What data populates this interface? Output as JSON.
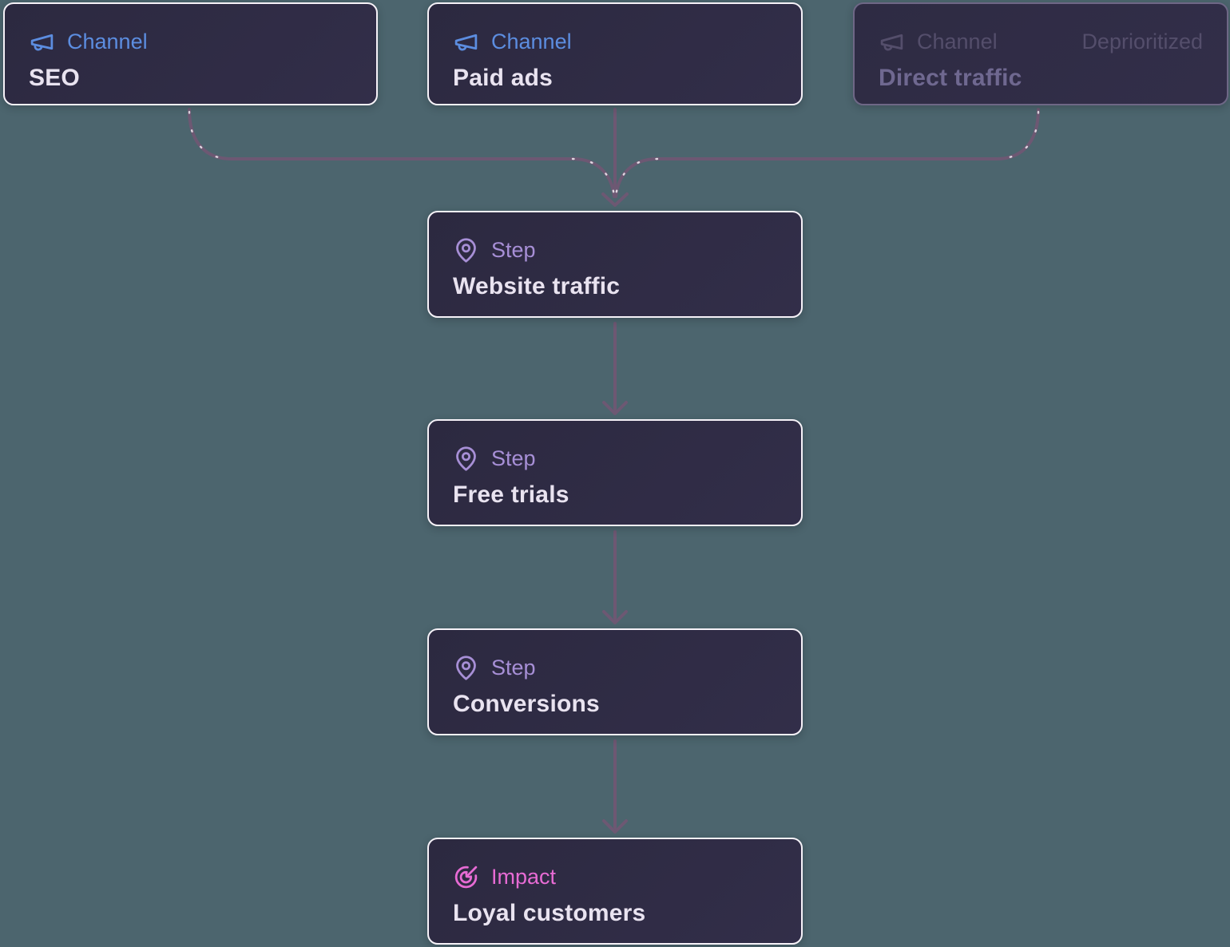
{
  "diagram": {
    "type": "flowchart",
    "background_color": "#4c656e",
    "colors": {
      "card_background": "#2e2b43",
      "card_border": "#f6f2f8",
      "channel_accent": "#5c8de0",
      "step_accent": "#a78fd6",
      "impact_accent": "#e76bd4",
      "muted_text": "#544e6b",
      "muted_title": "#6f6890",
      "connector": "#6d5873",
      "title_text": "#e9e3f0"
    },
    "nodes": {
      "channel_seo": {
        "label": "Channel",
        "title": "SEO",
        "icon": "megaphone-icon"
      },
      "channel_paid": {
        "label": "Channel",
        "title": "Paid ads",
        "icon": "megaphone-icon"
      },
      "channel_direct": {
        "label": "Channel",
        "title": "Direct traffic",
        "icon": "megaphone-icon",
        "badge": "Deprioritized",
        "state": "deprioritized"
      },
      "step_traffic": {
        "label": "Step",
        "title": "Website traffic",
        "icon": "map-pin-icon"
      },
      "step_trials": {
        "label": "Step",
        "title": "Free trials",
        "icon": "map-pin-icon"
      },
      "step_conversions": {
        "label": "Step",
        "title": "Conversions",
        "icon": "map-pin-icon"
      },
      "impact_loyal": {
        "label": "Impact",
        "title": "Loyal customers",
        "icon": "target-arrow-icon"
      }
    },
    "edges": [
      {
        "from": "channel_seo",
        "to": "step_traffic"
      },
      {
        "from": "channel_paid",
        "to": "step_traffic"
      },
      {
        "from": "channel_direct",
        "to": "step_traffic"
      },
      {
        "from": "step_traffic",
        "to": "step_trials"
      },
      {
        "from": "step_trials",
        "to": "step_conversions"
      },
      {
        "from": "step_conversions",
        "to": "impact_loyal"
      }
    ]
  }
}
